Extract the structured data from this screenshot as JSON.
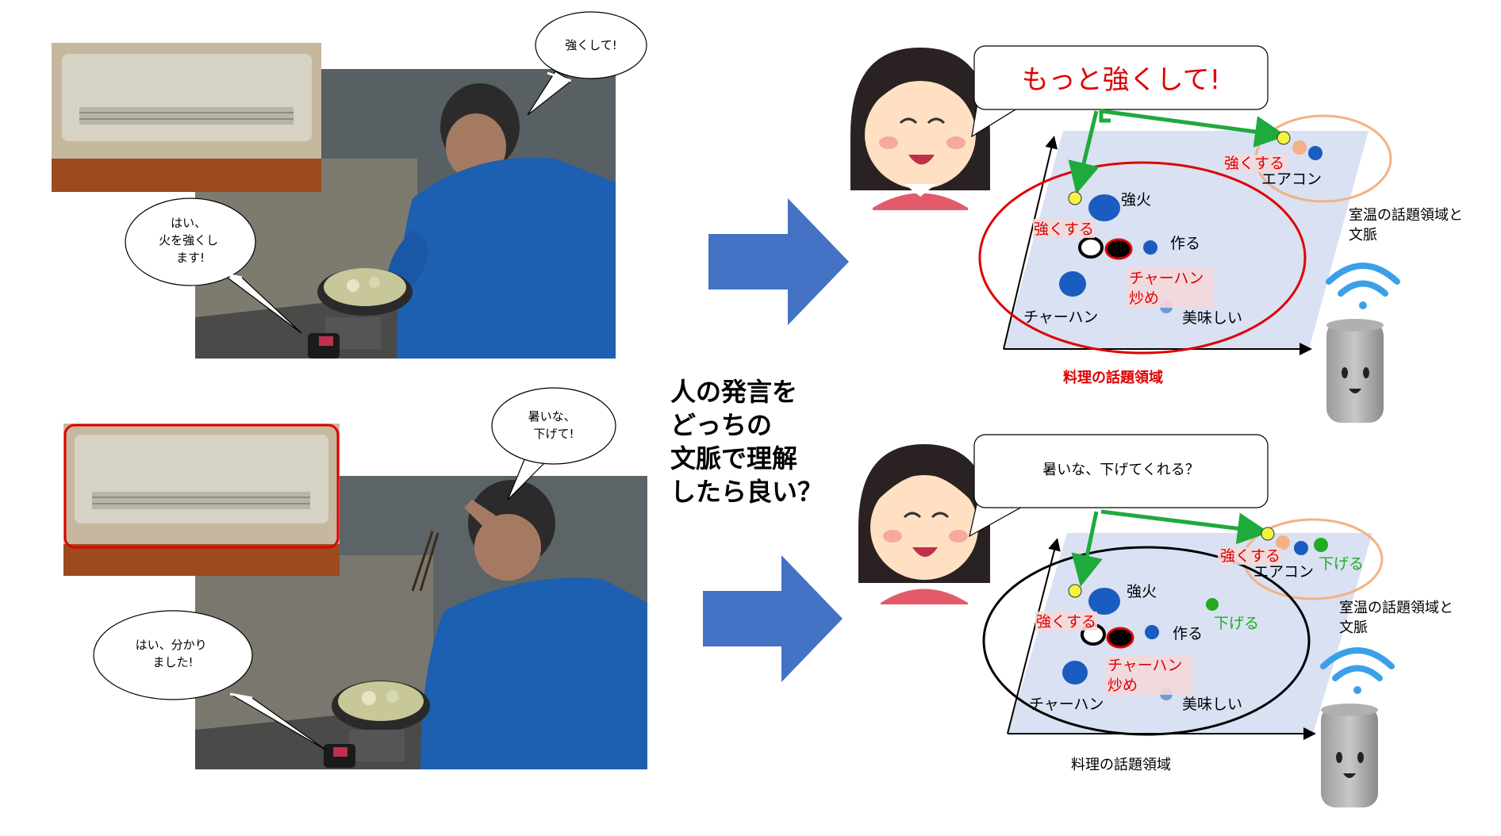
{
  "top_photo": {
    "bubble_person": "強くして!",
    "bubble_stove": [
      "はい、",
      "火を強くし",
      "ます!"
    ]
  },
  "bottom_photo": {
    "bubble_person": [
      "暑いな、",
      "下げて!"
    ],
    "bubble_stove": [
      "はい、分かり",
      "ました!"
    ]
  },
  "question": [
    "人の発言を",
    "どっちの",
    "文脈で理解",
    "したら良い？"
  ],
  "top_panel": {
    "speech": "もっと強くして!",
    "labels": {
      "strong_fire": "強火",
      "make_stronger_cooking": "強くする",
      "make": "作る",
      "fried_rice_stirfry": [
        "チャーハン",
        "炒め"
      ],
      "fried_rice": "チャーハン",
      "delicious": "美味しい",
      "make_stronger_aircon": "強くする",
      "aircon": "エアコン"
    },
    "room_domain": [
      "室温の話題領域と",
      "文脈"
    ],
    "cooking_domain": "料理の話題領域",
    "colors": {
      "cooking_ellipse": "#e00000",
      "speech_text": "#e00000"
    }
  },
  "bottom_panel": {
    "speech": "暑いな、下げてくれる？",
    "labels": {
      "strong_fire": "強火",
      "make_stronger_cooking": "強くする",
      "make": "作る",
      "lower_cooking": "下げる",
      "fried_rice_stirfry": [
        "チャーハン",
        "炒め"
      ],
      "fried_rice": "チャーハン",
      "delicious": "美味しい",
      "make_stronger_aircon": "強くする",
      "aircon": "エアコン",
      "lower_aircon": "下げる"
    },
    "room_domain": [
      "室温の話題領域と",
      "文脈"
    ],
    "cooking_domain": "料理の話題領域",
    "colors": {
      "cooking_ellipse": "#000000",
      "lower": "#22aa22"
    }
  },
  "icons": [
    "speech-bubble-icon",
    "woman-icon",
    "smart-speaker-icon",
    "wifi-icon",
    "arrow-right-icon"
  ],
  "colors": {
    "arrow_blue": "#4472c4",
    "plane": "#d9e1f2",
    "green_arrow": "#1faa3c",
    "peach_ellipse": "#f4b183",
    "red_label": "#e00000"
  }
}
